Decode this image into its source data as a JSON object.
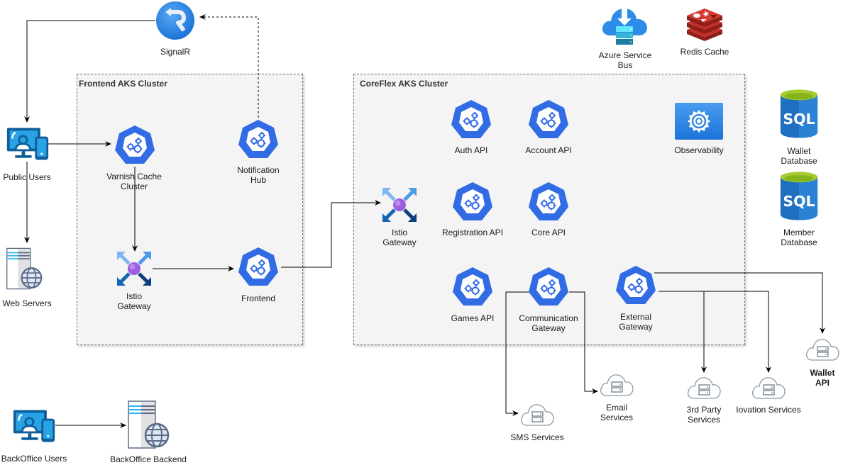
{
  "diagram": {
    "clusters": {
      "frontend": {
        "title": "Frontend AKS Cluster"
      },
      "coreflex": {
        "title": "CoreFlex AKS Cluster"
      }
    },
    "nodes": {
      "signalr": {
        "label": "SignalR",
        "icon": "signalr-icon"
      },
      "public_users": {
        "label": "Public Users",
        "icon": "user-devices-icon"
      },
      "web_servers": {
        "label": "Web Servers",
        "icon": "web-server-icon"
      },
      "backoffice_users": {
        "label": "BackOffice Users",
        "icon": "user-devices-icon"
      },
      "backoffice_backend": {
        "label": "BackOffice Backend",
        "icon": "web-server-icon"
      },
      "varnish": {
        "label": "Varnish Cache\nCluster",
        "icon": "kubernetes-service-icon"
      },
      "notification_hub": {
        "label": "Notification\nHub",
        "icon": "kubernetes-service-icon"
      },
      "istio_frontend": {
        "label": "Istio\nGateway",
        "icon": "istio-gateway-icon"
      },
      "frontend": {
        "label": "Frontend",
        "icon": "kubernetes-service-icon"
      },
      "istio_core": {
        "label": "Istio\nGateway",
        "icon": "istio-gateway-icon"
      },
      "auth_api": {
        "label": "Auth API",
        "icon": "kubernetes-service-icon"
      },
      "account_api": {
        "label": "Account API",
        "icon": "kubernetes-service-icon"
      },
      "registration_api": {
        "label": "Registration API",
        "icon": "kubernetes-service-icon"
      },
      "core_api": {
        "label": "Core API",
        "icon": "kubernetes-service-icon"
      },
      "games_api": {
        "label": "Games API",
        "icon": "kubernetes-service-icon"
      },
      "communication_gateway": {
        "label": "Communication\nGateway",
        "icon": "kubernetes-service-icon"
      },
      "external_gateway": {
        "label": "External\nGateway",
        "icon": "kubernetes-service-icon"
      },
      "observability": {
        "label": "Observability",
        "icon": "grafana-icon"
      },
      "service_bus": {
        "label": "Azure Service\nBus",
        "icon": "service-bus-icon"
      },
      "redis": {
        "label": "Redis Cache",
        "icon": "redis-icon"
      },
      "wallet_db": {
        "label": "Wallet Database",
        "icon": "sql-database-icon"
      },
      "member_db": {
        "label": "Member Database",
        "icon": "sql-database-icon"
      },
      "sms": {
        "label": "SMS Services",
        "icon": "cloud-server-icon"
      },
      "email": {
        "label": "Email\nServices",
        "icon": "cloud-server-icon"
      },
      "third_party": {
        "label": "3rd Party\nServices",
        "icon": "cloud-server-icon"
      },
      "iovation": {
        "label": "Iovation Services",
        "icon": "cloud-server-icon"
      },
      "wallet_api": {
        "label": "Wallet API",
        "icon": "cloud-server-icon"
      }
    },
    "edges": [
      {
        "from": "signalr",
        "to": "public_users",
        "style": "solid"
      },
      {
        "from": "notification_hub",
        "to": "signalr",
        "style": "dashed"
      },
      {
        "from": "public_users",
        "to": "varnish",
        "style": "solid"
      },
      {
        "from": "public_users",
        "to": "web_servers",
        "style": "solid"
      },
      {
        "from": "varnish",
        "to": "istio_frontend",
        "style": "solid"
      },
      {
        "from": "istio_frontend",
        "to": "frontend",
        "style": "solid"
      },
      {
        "from": "frontend",
        "to": "istio_core",
        "style": "solid"
      },
      {
        "from": "communication_gateway",
        "to": "sms",
        "style": "solid"
      },
      {
        "from": "communication_gateway",
        "to": "email",
        "style": "solid"
      },
      {
        "from": "external_gateway",
        "to": "wallet_api",
        "style": "solid"
      },
      {
        "from": "external_gateway",
        "to": "third_party",
        "style": "solid"
      },
      {
        "from": "external_gateway",
        "to": "iovation",
        "style": "solid"
      },
      {
        "from": "backoffice_users",
        "to": "backoffice_backend",
        "style": "solid"
      }
    ],
    "colors": {
      "kubernetes_blue": "#326ce5",
      "istio_purple": "#9c5fe0",
      "redis_red": "#c6302b",
      "sql_blue": "#1f6fc0",
      "sql_top": "#a4cc2f",
      "grafana_blue": "#2f86e6",
      "signalr_blue": "#2a8ae8",
      "user_icon_blue": "#0f5d99"
    }
  }
}
